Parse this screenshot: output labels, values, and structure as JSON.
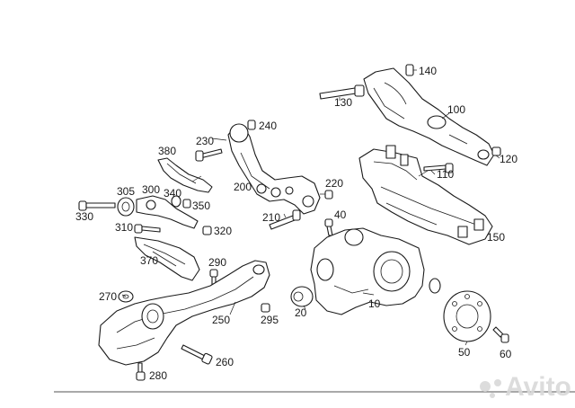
{
  "labels": {
    "l10": "10",
    "l20": "20",
    "l40": "40",
    "l50": "50",
    "l60": "60",
    "l100": "100",
    "l110": "110",
    "l120": "120",
    "l130": "130",
    "l140": "140",
    "l150": "150",
    "l200": "200",
    "l210": "210",
    "l220": "220",
    "l230": "230",
    "l240": "240",
    "l250": "250",
    "l260": "260",
    "l270": "270",
    "l280": "280",
    "l290": "290",
    "l295": "295",
    "l300": "300",
    "l305": "305",
    "l310": "310",
    "l320": "320",
    "l330": "330",
    "l340": "340",
    "l350": "350",
    "l370": "370",
    "l380": "380"
  },
  "watermark": {
    "text": "Avito"
  },
  "colors": {
    "line": "#1a1a1a",
    "background": "#ffffff",
    "watermark": "#d9d9d9"
  }
}
